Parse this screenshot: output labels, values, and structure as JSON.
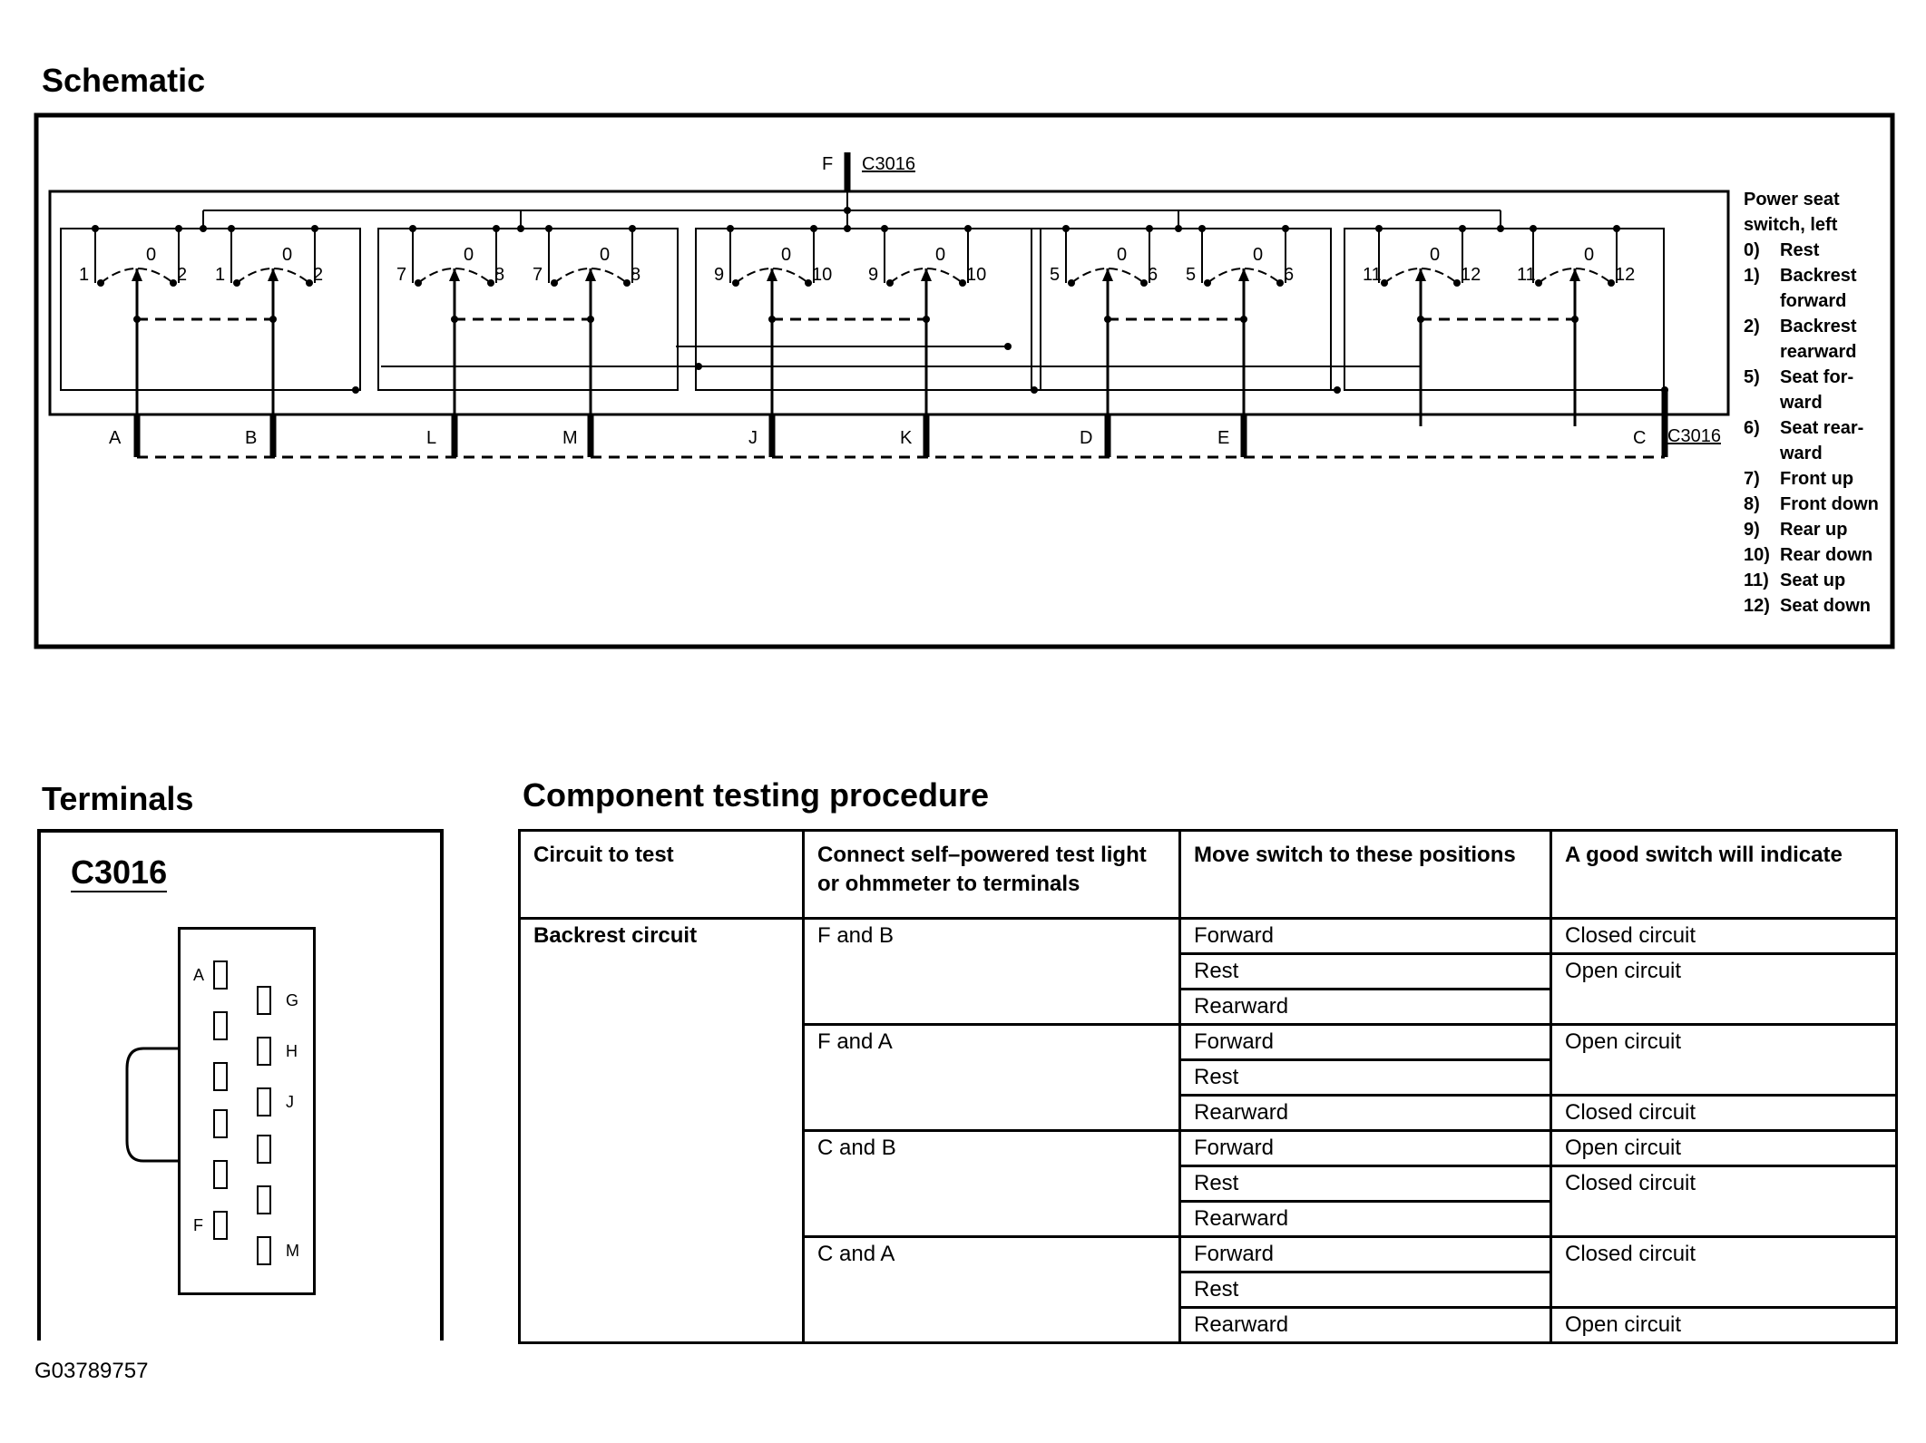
{
  "schematic": {
    "heading": "Schematic",
    "connector_id": "C3016",
    "top_terminal": "F",
    "bottom_terminals": [
      "A",
      "B",
      "L",
      "M",
      "J",
      "K",
      "D",
      "E",
      "C"
    ],
    "legend_title": "Power seat switch, left",
    "legend": [
      {
        "num": "0)",
        "text": "Rest"
      },
      {
        "num": "1)",
        "text": "Backrest forward"
      },
      {
        "num": "2)",
        "text": "Backrest rearward"
      },
      {
        "num": "5)",
        "text": "Seat for- ward"
      },
      {
        "num": "6)",
        "text": "Seat rear- ward"
      },
      {
        "num": "7)",
        "text": "Front up"
      },
      {
        "num": "8)",
        "text": "Front down"
      },
      {
        "num": "9)",
        "text": "Rear up"
      },
      {
        "num": "10)",
        "text": "Rear down"
      },
      {
        "num": "11)",
        "text": "Seat up"
      },
      {
        "num": "12)",
        "text": "Seat down"
      }
    ],
    "switch_pairs": [
      {
        "left": "1",
        "right": "2",
        "center": "0"
      },
      {
        "left": "7",
        "right": "8",
        "center": "0"
      },
      {
        "left": "9",
        "right": "10",
        "center": "0"
      },
      {
        "left": "5",
        "right": "6",
        "center": "0"
      },
      {
        "left": "11",
        "right": "12",
        "center": "0"
      }
    ]
  },
  "terminals": {
    "heading": "Terminals",
    "connector_label": "C3016",
    "pin_labels": {
      "A": "A",
      "F": "F",
      "G": "G",
      "H": "H",
      "J": "J",
      "M": "M"
    }
  },
  "testing": {
    "heading": "Component testing procedure",
    "columns": [
      "Circuit to test",
      "Connect self–powered test light or ohmmeter to terminals",
      "Move switch to these positions",
      "A good switch will indicate"
    ],
    "circuit": "Backrest circuit",
    "groups": [
      {
        "terminals": "F and B",
        "positions": [
          "Forward",
          "Rest",
          "Rearward"
        ],
        "results": [
          {
            "text": "Closed circuit",
            "span": 1
          },
          {
            "text": "Open circuit",
            "span": 2
          }
        ]
      },
      {
        "terminals": "F and A",
        "positions": [
          "Forward",
          "Rest",
          "Rearward"
        ],
        "results": [
          {
            "text": "Open circuit",
            "span": 2
          },
          {
            "text": "Closed circuit",
            "span": 1
          }
        ]
      },
      {
        "terminals": "C and B",
        "positions": [
          "Forward",
          "Rest",
          "Rearward"
        ],
        "results": [
          {
            "text": "Open circuit",
            "span": 1
          },
          {
            "text": "Closed circuit",
            "span": 2
          }
        ]
      },
      {
        "terminals": "C and A",
        "positions": [
          "Forward",
          "Rest",
          "Rearward"
        ],
        "results": [
          {
            "text": "Closed circuit",
            "span": 2
          },
          {
            "text": "Open circuit",
            "span": 1
          }
        ]
      }
    ]
  },
  "doc_id": "G03789757"
}
